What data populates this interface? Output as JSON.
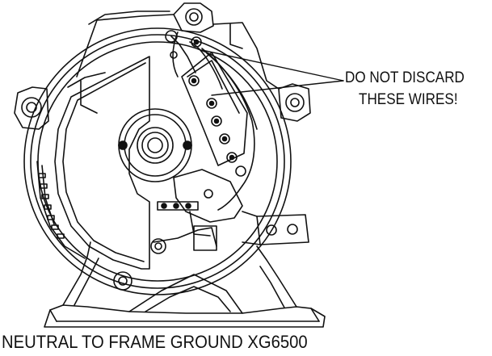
{
  "callout": {
    "line1": "DO NOT DISCARD",
    "line2": "THESE WIRES!"
  },
  "caption": "NEUTRAL TO  FRAME GROUND XG6500",
  "colors": {
    "ink": "#111111",
    "paper": "#ffffff"
  }
}
